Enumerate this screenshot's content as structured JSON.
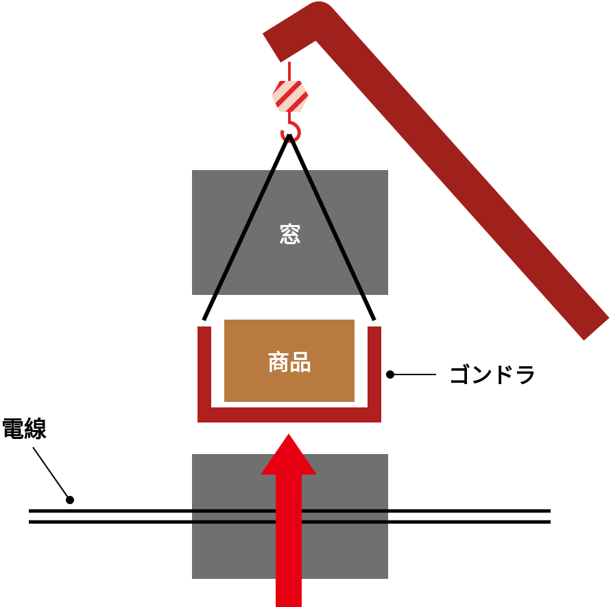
{
  "labels": {
    "window": "窓",
    "goods": "商品",
    "gondola": "ゴンドラ",
    "power_line": "電線"
  },
  "colors": {
    "crane_arm": "#a0201c",
    "gondola": "#b0201f",
    "goods_box": "#b87a3e",
    "window_block": "#707070",
    "arrow": "#e60012",
    "hook_stripe": "#f5d5c5",
    "hook_red": "#e0262a",
    "sling": "#000000"
  },
  "icons": {
    "hook": "crane-hook-icon",
    "arrow": "arrow-up-icon"
  }
}
